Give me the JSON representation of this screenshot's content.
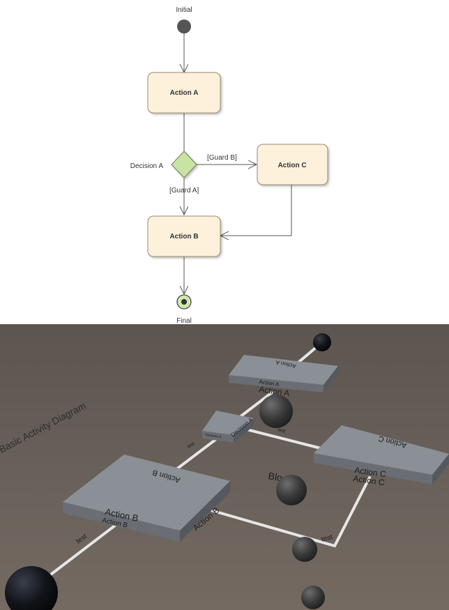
{
  "diagram": {
    "initial_label": "Initial",
    "final_label": "Final",
    "action_a": "Action A",
    "action_b": "Action B",
    "action_c": "Action C",
    "decision_label": "Decision A",
    "guard_a": "[Guard A]",
    "guard_b": "[Guard B]",
    "colors": {
      "action_fill": "#fdf1dc",
      "action_stroke": "#9a8a70",
      "decision_fill": "#c9e3a4",
      "final_fill": "#cfe8b0",
      "initial_fill": "#555555"
    }
  },
  "scene": {
    "title": "Basic Activity Diagram",
    "blocks_label": "Blocks",
    "edge_label": "test",
    "action_a": "Action A",
    "action_b": "Action B",
    "action_c": "Action C",
    "decision": "Decision A",
    "colors": {
      "background": "#6b625b",
      "block_top": "#8b8f96",
      "block_side": "#6a6d73",
      "path": "#e6e6e6",
      "sphere": "#3a3a3a"
    }
  }
}
